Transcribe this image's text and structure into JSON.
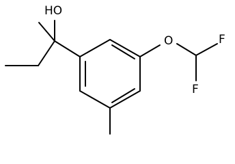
{
  "molecule": {
    "hydroxyl": "HO",
    "ether_oxygen": "O",
    "fluorine_top": "F",
    "fluorine_bottom": "F"
  },
  "colors": {
    "bond": "#000000",
    "label": "#000000",
    "background": "#ffffff"
  }
}
